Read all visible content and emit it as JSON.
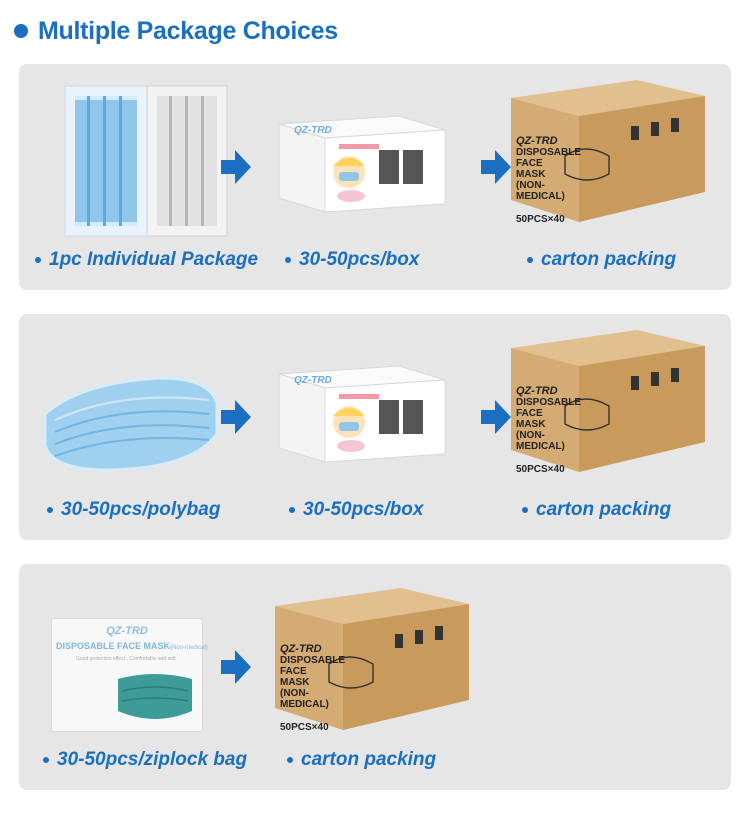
{
  "title": "Multiple Package Choices",
  "colors": {
    "accent": "#1a6fc0",
    "panel": "#e6e6e6",
    "carton": "#d7b07a"
  },
  "brand": "QZ-TRD",
  "carton_text": {
    "line1": "DISPOSABLE FACE",
    "line2": "MASK",
    "line3": "(NON-MEDICAL)",
    "count": "50PCS×40"
  },
  "ziplock_text": {
    "brand": "QZ-TRD",
    "name": "DISPOSABLE FACE MASK",
    "tag": "(Non-medical)",
    "sub": "Good protection effect , Comfortable and soft"
  },
  "rows": [
    {
      "items": [
        "1pc Individual Package",
        "30-50pcs/box",
        "carton packing"
      ]
    },
    {
      "items": [
        "30-50pcs/polybag",
        "30-50pcs/box",
        "carton packing"
      ]
    },
    {
      "items": [
        "30-50pcs/ziplock bag",
        "carton packing"
      ]
    }
  ]
}
